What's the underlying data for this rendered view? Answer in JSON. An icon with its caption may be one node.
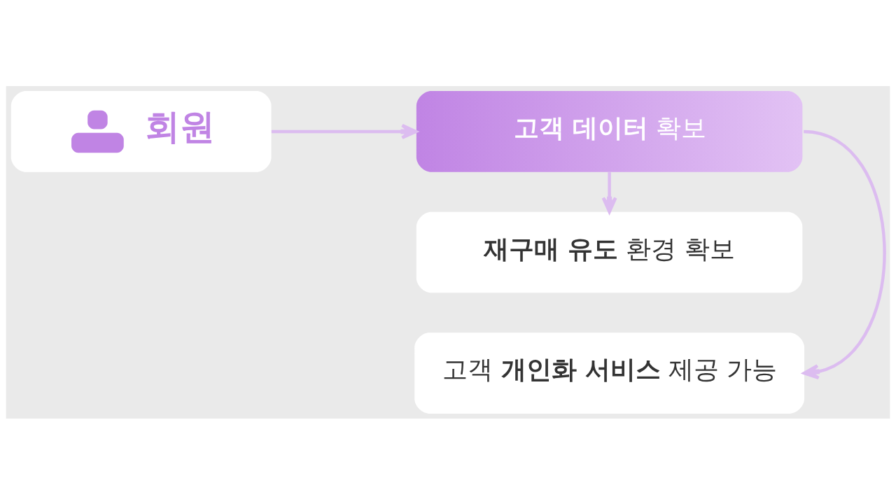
{
  "diagram": {
    "nodes": [
      {
        "text": [
          "회원"
        ]
      },
      {
        "text": [
          "**고객 데이터** 확보"
        ]
      },
      {
        "text": [
          "**재구매 유도** 환경 확보"
        ]
      },
      {
        "text": [
          "고객 **개인화 서비스** 제공 가능"
        ]
      }
    ],
    "edges": [
      {
        "from": 0,
        "to": 1,
        "arrow": "to"
      },
      {
        "from": 1,
        "to": 2,
        "arrow": "to"
      },
      {
        "from": 1,
        "to": 3,
        "arrow": "to"
      }
    ]
  }
}
